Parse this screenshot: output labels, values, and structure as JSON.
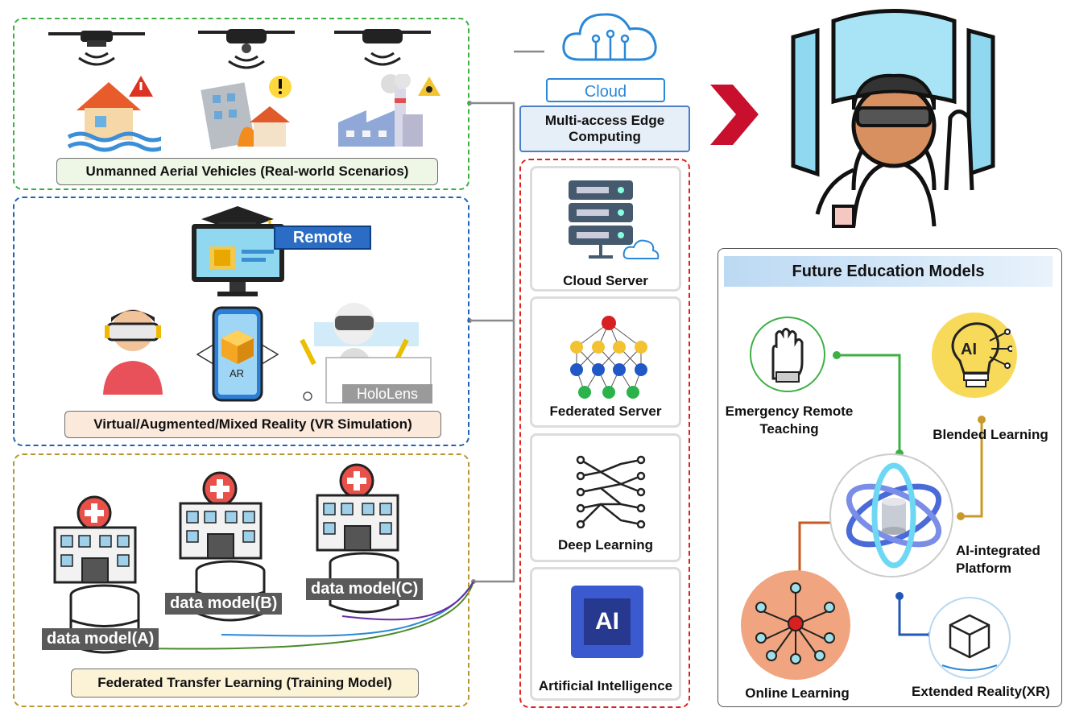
{
  "left": {
    "uav_label": "Unmanned Aerial Vehicles (Real-world Scenarios)",
    "vr_label": "Virtual/Augmented/Mixed Reality (VR Simulation)",
    "vr_remote": "Remote",
    "vr_ar": "AR",
    "vr_hololens": "HoloLens",
    "ftl_label": "Federated Transfer Learning (Training Model)",
    "data_models": [
      "data model(A)",
      "data model(B)",
      "data model(C)"
    ]
  },
  "middle": {
    "cloud": "Cloud",
    "mec": "Multi-access Edge Computing",
    "cards": [
      "Cloud Server",
      "Federated Server",
      "Deep Learning",
      "Artificial Intelligence"
    ],
    "ai_chip": "AI"
  },
  "right": {
    "panel_title": "Future Education Models",
    "nodes": {
      "ert": "Emergency Remote Teaching",
      "blended": "Blended Learning",
      "platform": "AI-integrated Platform",
      "online": "Online Learning",
      "xr": "Extended Reality(XR)"
    },
    "bulb_ai": "AI"
  },
  "colors": {
    "uav_border": "#3cb043",
    "vr_border": "#1f62b5",
    "ftl_border": "#b8962e",
    "mec_border": "#e02020",
    "arrow": "#c8102e",
    "uav_label_bg": "#eef7e6",
    "vr_label_bg": "#fbe9dc",
    "ftl_label_bg": "#fcf3d6"
  }
}
